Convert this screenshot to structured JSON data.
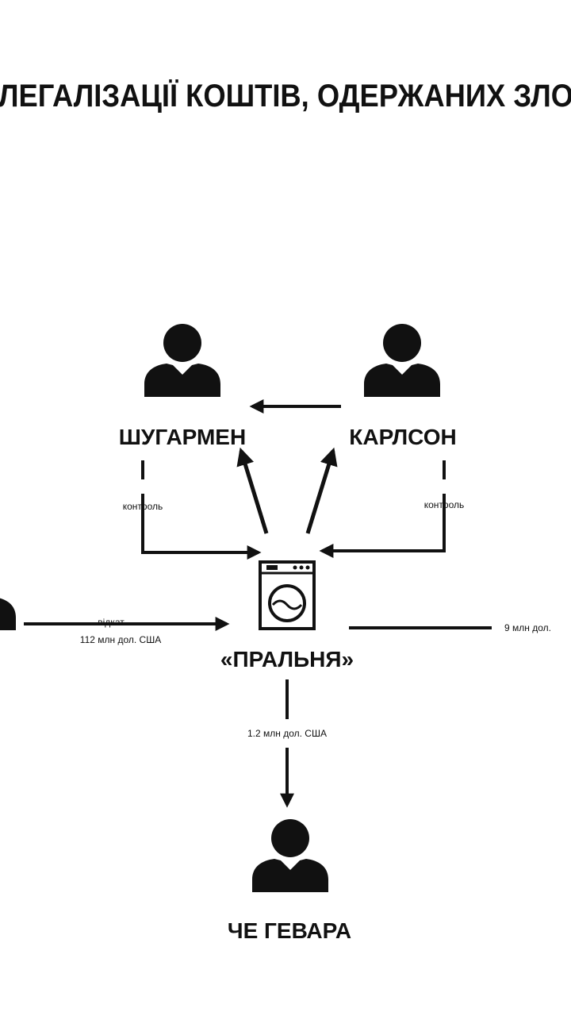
{
  "title": "ЛЕГАЛІЗАЦІЇ КОШТІВ, ОДЕРЖАНИХ ЗЛО",
  "nodes": {
    "sugarmen": "ШУГАРМЕН",
    "karlson": "КАРЛСОН",
    "laundry": "«ПРАЛЬНЯ»",
    "che_guevara": "ЧЕ ГЕВАРА"
  },
  "edge_labels": {
    "control_left": "контроль",
    "control_right": "контроль",
    "kickback": "відкат",
    "kickback_amount": "112 млн дол. США",
    "right_amount": "9 млн дол.",
    "down_amount": "1.2 млн дол. США"
  },
  "icons": {
    "person": "person-icon",
    "washing_machine": "washing-machine-icon",
    "arrow": "arrow-icon"
  },
  "colors": {
    "ink": "#111111",
    "background": "#ffffff"
  }
}
